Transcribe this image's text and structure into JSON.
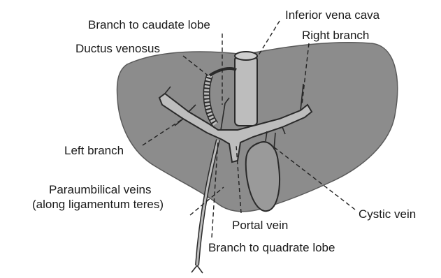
{
  "labels": {
    "branch_to_caudate_lobe": "Branch to caudate lobe",
    "ductus_venosus": "Ductus venosus",
    "inferior_vena_cava": "Inferior vena cava",
    "right_branch": "Right branch",
    "left_branch": "Left branch",
    "paraumbilical_veins_line1": "Paraumbilical veins",
    "paraumbilical_veins_line2": "(along ligamentum teres)",
    "cystic_vein": "Cystic vein",
    "portal_vein": "Portal vein",
    "branch_to_quadrate_lobe": "Branch to quadrate lobe"
  },
  "colors": {
    "liver": "#8c8c8c",
    "liver_outline": "#5a5a5a",
    "vessel": "#bdbdbd",
    "ink": "#1a1a1a"
  }
}
